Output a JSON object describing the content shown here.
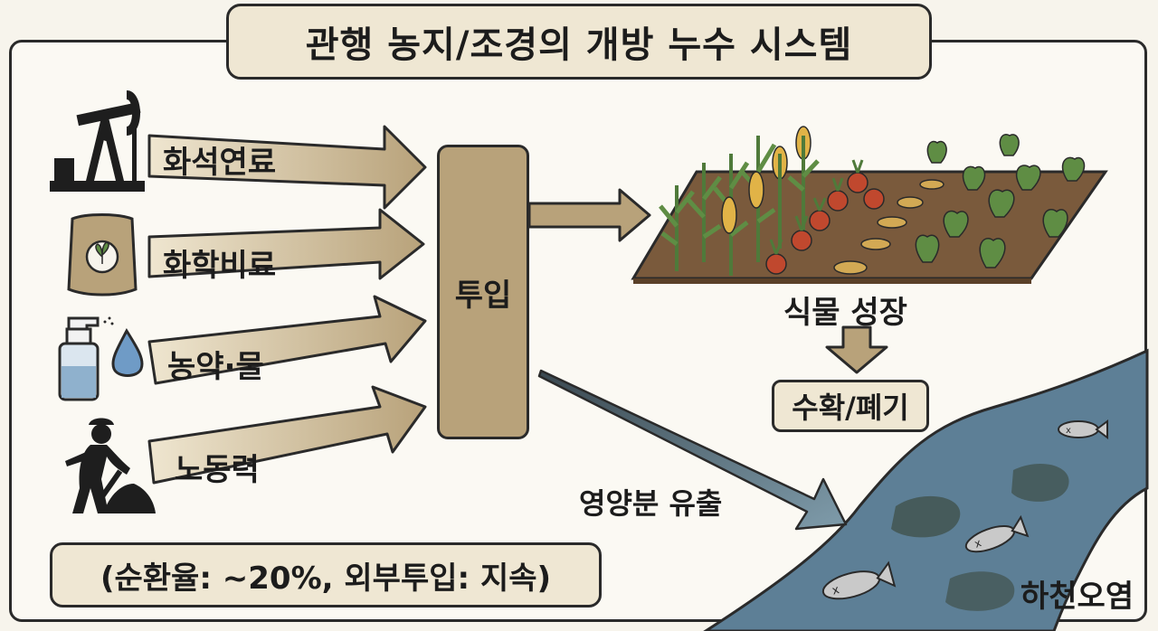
{
  "title": "관행 농지/조경의 개방 누수 시스템",
  "inputs": [
    {
      "label": "화석연료",
      "icon": "oil-pump-icon"
    },
    {
      "label": "화학비료",
      "icon": "fertilizer-bag-icon"
    },
    {
      "label": "농약·물",
      "icon": "spray-bottle-water-drop-icon"
    },
    {
      "label": "노동력",
      "icon": "worker-shovel-icon"
    }
  ],
  "input_box": "투입",
  "growth_label": "식물 성장",
  "harvest_label": "수확/폐기",
  "runoff_label": "영양분 유출",
  "river_label": "하천오염",
  "cycle_note": "(순환율: ~20%, 외부투입: 지속)",
  "colors": {
    "arrow": "#b8a27a",
    "box_fill": "#efe7d3",
    "soil": "#7a5a3c",
    "river": "#5d7f96",
    "runoff_arrow": "#6d8794"
  }
}
